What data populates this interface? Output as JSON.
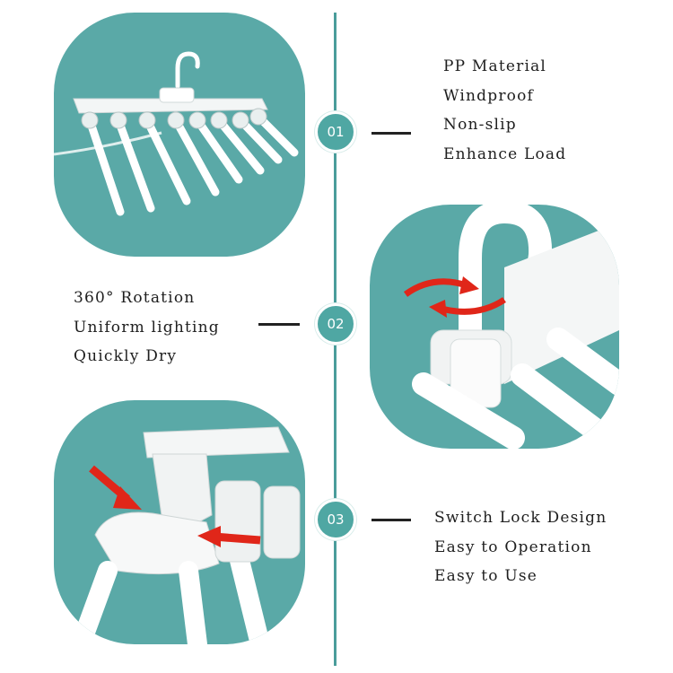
{
  "steps": [
    {
      "number": "01",
      "features": [
        "PP Material",
        "Windproof",
        "Non-slip",
        "Enhance Load"
      ]
    },
    {
      "number": "02",
      "features": [
        "360°  Rotation",
        "Uniform lighting",
        "Quickly Dry"
      ]
    },
    {
      "number": "03",
      "features": [
        "Switch Lock Design",
        "Easy to Operation",
        "Easy to Use"
      ]
    }
  ],
  "colors": {
    "teal": "#5aa9a7",
    "circle": "#4fa7a3",
    "hanger": "#ffffff",
    "arrow": "#e02619"
  },
  "icons": [
    "hanger-overview-image",
    "rotation-arrows-icon",
    "lock-arrow-icon"
  ]
}
